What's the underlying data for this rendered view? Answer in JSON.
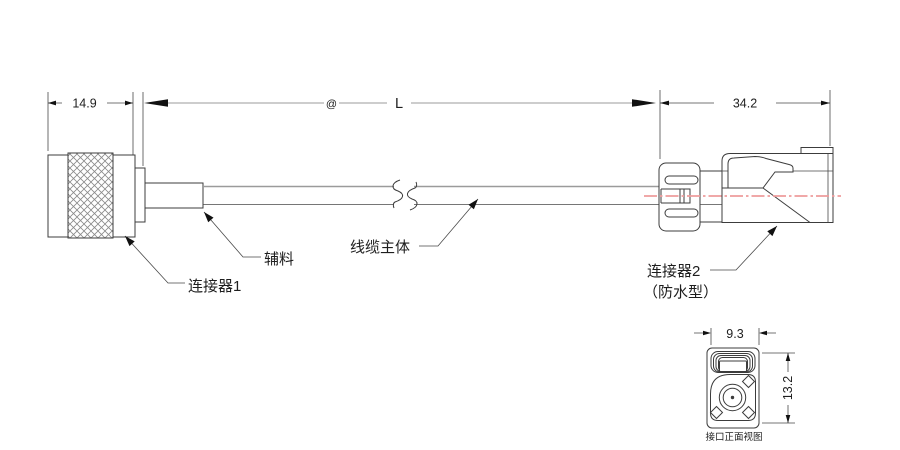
{
  "drawing": {
    "dimensions": {
      "connector1_length": "14.9",
      "at_symbol": "@",
      "cable_length": "L",
      "connector2_length": "34.2",
      "front_width": "9.3",
      "front_height": "13.2"
    },
    "labels": {
      "connector1": "连接器1",
      "auxiliary_material": "辅料",
      "cable_body": "线缆主体",
      "connector2": "连接器2",
      "connector2_type": "（防水型）",
      "front_view_caption": "接口正面视图"
    },
    "colors": {
      "line": "#3c3c3c",
      "gray_line": "#9b9b9b",
      "centerline_pink": "#ee9c9c",
      "hatch": "#8a8a8a",
      "background": "#ffffff"
    }
  }
}
